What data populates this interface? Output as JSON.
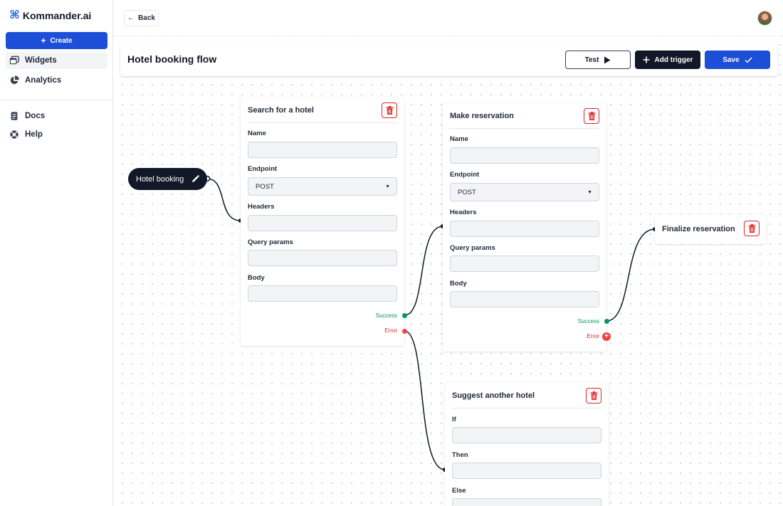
{
  "app": {
    "brand_name": "Kommander.ai",
    "brand_color": "#2563eb",
    "accent_color": "#1d4ed8"
  },
  "sidebar": {
    "create_label": "Create",
    "items": [
      {
        "label": "Widgets",
        "icon": "widgets-icon",
        "active": true
      },
      {
        "label": "Analytics",
        "icon": "pie-chart-icon",
        "active": false
      },
      {
        "label": "Docs",
        "icon": "document-icon",
        "active": false
      },
      {
        "label": "Help",
        "icon": "lifebuoy-icon",
        "active": false
      }
    ]
  },
  "topbar": {
    "back_label": "Back",
    "avatar": "user-avatar"
  },
  "flow": {
    "title": "Hotel booking flow",
    "test_label": "Test",
    "add_trigger_label": "Add trigger",
    "save_label": "Save"
  },
  "trigger": {
    "label": "Hotel booking"
  },
  "cards": {
    "search": {
      "title": "Search for a hotel",
      "fields": {
        "name": "Name",
        "endpoint": "Endpoint",
        "endpoint_value": "POST",
        "headers": "Headers",
        "query_params": "Query params",
        "body": "Body"
      },
      "success": "Success",
      "error": "Error"
    },
    "reserve": {
      "title": "Make reservation",
      "fields": {
        "name": "Name",
        "endpoint": "Endpoint",
        "endpoint_value": "POST",
        "headers": "Headers",
        "query_params": "Query params",
        "body": "Body"
      },
      "success": "Success",
      "error": "Error"
    },
    "finalize": {
      "title": "Finalize reservation"
    },
    "suggest": {
      "title": "Suggest another hotel",
      "fields": {
        "if": "If",
        "then": "Then",
        "else": "Else"
      }
    }
  },
  "colors": {
    "success": "#059669",
    "error": "#dc2626",
    "dark": "#111827"
  }
}
